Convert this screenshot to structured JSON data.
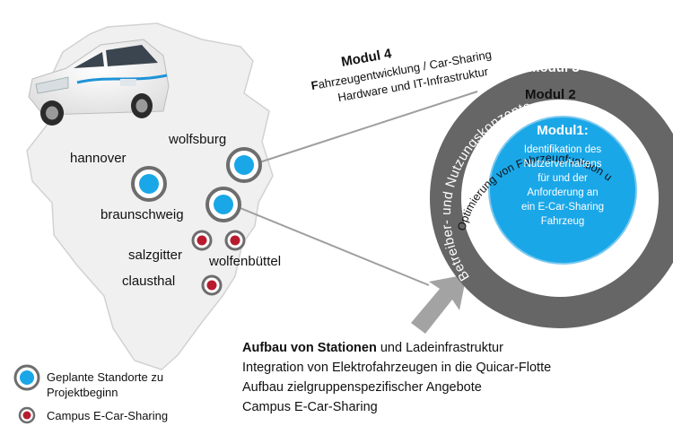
{
  "colors": {
    "blue": "#1aa7e8",
    "red": "#b71c2e",
    "ring_dark": "#6d6d6d",
    "map_fill": "#f0f0f0",
    "ring_dark_outer": "#5e5e5e"
  },
  "modul4": {
    "title": "Modul 4",
    "line1_first": "F",
    "line1_rest": "ahrzeugentwicklung / Car-Sharing",
    "line2": "Hardware und IT-Infrastruktur"
  },
  "modul3": {
    "title": "Modul 3",
    "arc": "Betreiber- und Nutzungskonzepte"
  },
  "modul2": {
    "title": "Modul 2",
    "arc": "Optimierung von Fahrzeugfunktion und Antriebseffizienz"
  },
  "modul1": {
    "title": "Modul1:",
    "lines": [
      "Identifikation des",
      "Nutzerverhaltens",
      "für und der",
      "Anforderung an",
      "ein E-Car-Sharing",
      "Fahrzeug"
    ]
  },
  "cities": {
    "wolfsburg": "wolfsburg",
    "hannover": "hannover",
    "braunschweig": "braunschweig",
    "salzgitter": "salzgitter",
    "wolfenbuettel": "wolfenbüttel",
    "clausthal": "clausthal"
  },
  "legend": {
    "planned": "Geplante Standorte zu",
    "planned2": "Projektbeginn",
    "campus": "Campus E-Car-Sharing"
  },
  "bullets": {
    "line1_bold": "Aufbau von Stationen",
    "line1_rest": " und Ladeinfrastruktur",
    "line2": "Integration von Elektrofahrzeugen in die Quicar-Flotte",
    "line3": "Aufbau zielgruppenspezifischer Angebote",
    "line4": "Campus E-Car-Sharing"
  }
}
